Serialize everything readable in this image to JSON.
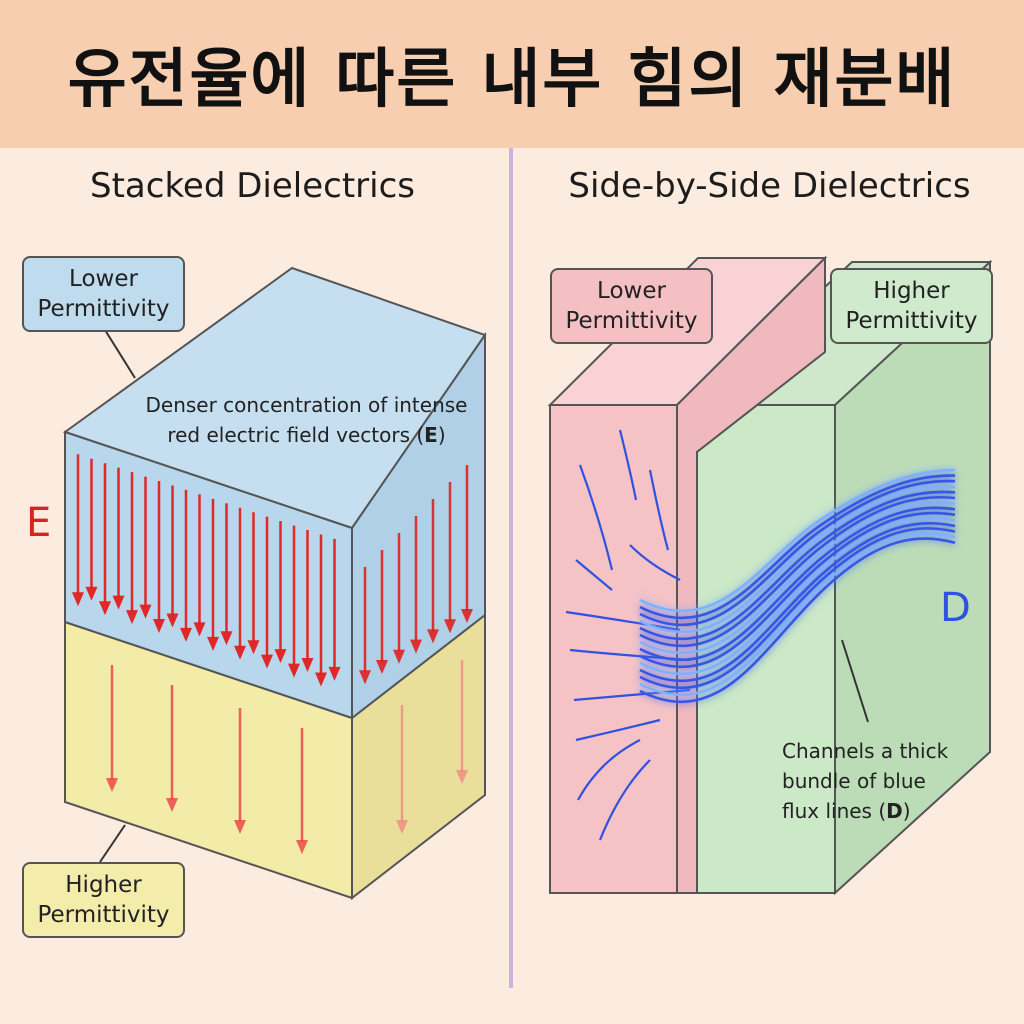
{
  "title": "유전율에 따른 내부 힘의 재분배",
  "left_panel": {
    "title": "Stacked Dielectrics",
    "top_label": "Lower\nPermittivity",
    "bottom_label": "Higher\nPermittivity",
    "annotation_line1": "Denser concentration of intense",
    "annotation_line2_prefix": "red electric field vectors (",
    "annotation_line2_symbol": "E",
    "annotation_line2_suffix": ")",
    "field_symbol": "E",
    "field_color": "#e0201f"
  },
  "right_panel": {
    "title": "Side-by-Side Dielectrics",
    "left_label": "Lower\nPermittivity",
    "right_label": "Higher\nPermittivity",
    "annotation_line1": "Channels a thick",
    "annotation_line2": "bundle of blue",
    "annotation_line3_prefix": "flux lines (",
    "annotation_line3_symbol": "D",
    "annotation_line3_suffix": ")",
    "flux_symbol": "D",
    "flux_color": "#2f52e0"
  },
  "colors": {
    "header_bg": "#f7cfb0",
    "lower_layer": "#bfdcee",
    "higher_layer": "#f4ecab",
    "lower_slab": "#f5c0c4",
    "higher_slab": "#cfeacd"
  }
}
